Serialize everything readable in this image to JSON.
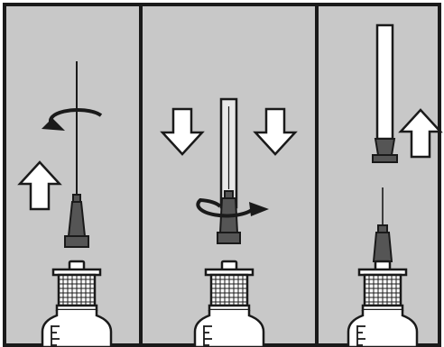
{
  "figure": {
    "background": "#ffffff",
    "panel_fill": "#c8c8c8",
    "outline": "#1a1a1a",
    "needle_hub": "#555555",
    "syringe_body": "#ffffff",
    "arrow_fill": "#ffffff"
  },
  "panels": [
    {
      "id": "panel-1",
      "steps": [
        "twist",
        "pull-up"
      ]
    },
    {
      "id": "panel-2",
      "steps": [
        "push-cap-down",
        "twist"
      ]
    },
    {
      "id": "panel-3",
      "steps": [
        "lift-cap-off"
      ]
    }
  ],
  "icons": {
    "rotate": "rotate-arrow-icon",
    "up": "up-arrow-icon",
    "down": "down-arrow-icon"
  }
}
